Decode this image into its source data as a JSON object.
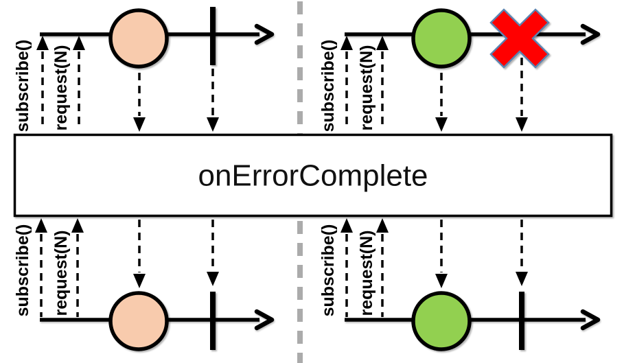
{
  "diagram": {
    "operator_label": "onErrorComplete",
    "subscribe_label": "subscribe()",
    "request_label": "request(N)"
  },
  "colors": {
    "next_marble_peach": "#F8CBAD",
    "next_marble_green": "#92D050",
    "error_red": "#FF0000",
    "error_outline_blue": "#5B84B1",
    "divider_gray": "#ABABAB",
    "ink_black": "#000000",
    "background_white": "#FFFFFF"
  },
  "streams": {
    "upstream_left": {
      "marble_color": "#F8CBAD",
      "events": [
        "next",
        "complete"
      ]
    },
    "upstream_right": {
      "marble_color": "#92D050",
      "events": [
        "next",
        "error"
      ]
    },
    "downstream_left": {
      "marble_color": "#F8CBAD",
      "events": [
        "next",
        "complete"
      ]
    },
    "downstream_right": {
      "marble_color": "#92D050",
      "events": [
        "next",
        "complete"
      ]
    }
  }
}
